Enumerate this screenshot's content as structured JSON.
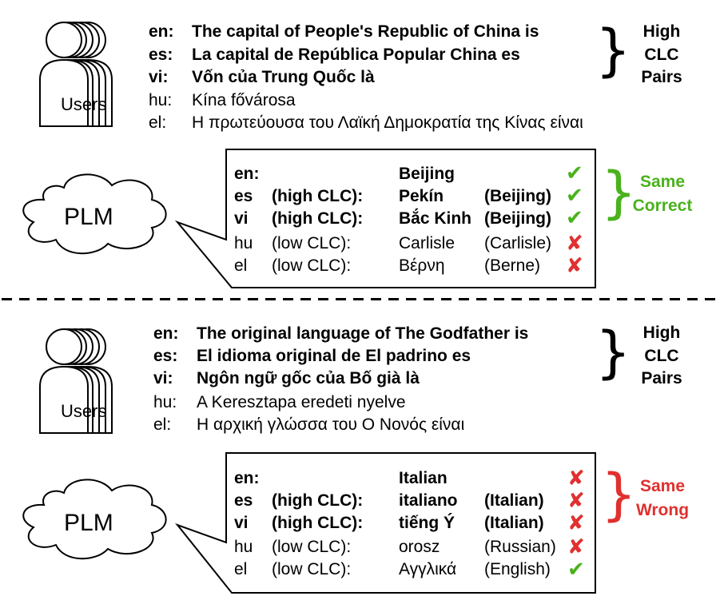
{
  "colors": {
    "accent_green": "#4ab21c",
    "accent_red": "#e0302f",
    "ink": "#000000"
  },
  "icons": {
    "users": "users-stack-icon",
    "plm": "cloud-shape",
    "correct": "green-check-mark",
    "wrong": "red-cross-mark"
  },
  "top": {
    "users_label": "Users",
    "plm_label": "PLM",
    "queries": [
      {
        "lang": "en:",
        "text": "The capital of People's Republic of China is",
        "bold": true
      },
      {
        "lang": "es:",
        "text": "La capital de República Popular China es",
        "bold": true
      },
      {
        "lang": "vi:",
        "text": "Vốn của Trung Quốc là",
        "bold": true
      },
      {
        "lang": "hu:",
        "text": "Kína fővárosa",
        "bold": false
      },
      {
        "lang": "el:",
        "text": "Η πρωτεύουσα του Λαϊκή Δημοκρατία της Κίνας είναι",
        "bold": false
      }
    ],
    "pair_label": [
      "High",
      "CLC",
      "Pairs"
    ],
    "responses": [
      {
        "lang": "en:",
        "clc": "",
        "answer": "Beijing",
        "gloss": "",
        "correct": true,
        "bold": true
      },
      {
        "lang": "es",
        "clc": "(high CLC):",
        "answer": "Pekín",
        "gloss": "(Beijing)",
        "correct": true,
        "bold": true
      },
      {
        "lang": "vi",
        "clc": "(high CLC):",
        "answer": "Bắc Kinh",
        "gloss": "(Beijing)",
        "correct": true,
        "bold": true
      },
      {
        "lang": "hu",
        "clc": "(low CLC):",
        "answer": "Carlisle",
        "gloss": "(Carlisle)",
        "correct": false,
        "bold": false
      },
      {
        "lang": "el",
        "clc": "(low CLC):",
        "answer": "Βέρνη",
        "gloss": "(Berne)",
        "correct": false,
        "bold": false
      }
    ],
    "summary": [
      "Same",
      "Correct"
    ]
  },
  "bottom": {
    "users_label": "Users",
    "plm_label": "PLM",
    "queries": [
      {
        "lang": "en:",
        "text": "The original language of The Godfather is",
        "bold": true
      },
      {
        "lang": "es:",
        "text": "El idioma original de El padrino es",
        "bold": true
      },
      {
        "lang": "vi:",
        "text": "Ngôn ngữ gốc của Bố già là",
        "bold": true
      },
      {
        "lang": "hu:",
        "text": "A Keresztapa eredeti nyelve",
        "bold": false
      },
      {
        "lang": "el:",
        "text": "Η αρχική γλώσσα του Ο Νονός είναι",
        "bold": false
      }
    ],
    "pair_label": [
      "High",
      "CLC",
      "Pairs"
    ],
    "responses": [
      {
        "lang": "en:",
        "clc": "",
        "answer": "Italian",
        "gloss": "",
        "correct": false,
        "bold": true
      },
      {
        "lang": "es",
        "clc": "(high CLC):",
        "answer": "italiano",
        "gloss": "(Italian)",
        "correct": false,
        "bold": true
      },
      {
        "lang": "vi",
        "clc": "(high CLC):",
        "answer": "tiếng Ý",
        "gloss": "(Italian)",
        "correct": false,
        "bold": true
      },
      {
        "lang": "hu",
        "clc": "(low CLC):",
        "answer": "orosz",
        "gloss": "(Russian)",
        "correct": false,
        "bold": false
      },
      {
        "lang": "el",
        "clc": "(low CLC):",
        "answer": "Αγγλικά",
        "gloss": "(English)",
        "correct": true,
        "bold": false
      }
    ],
    "summary": [
      "Same",
      "Wrong"
    ]
  }
}
